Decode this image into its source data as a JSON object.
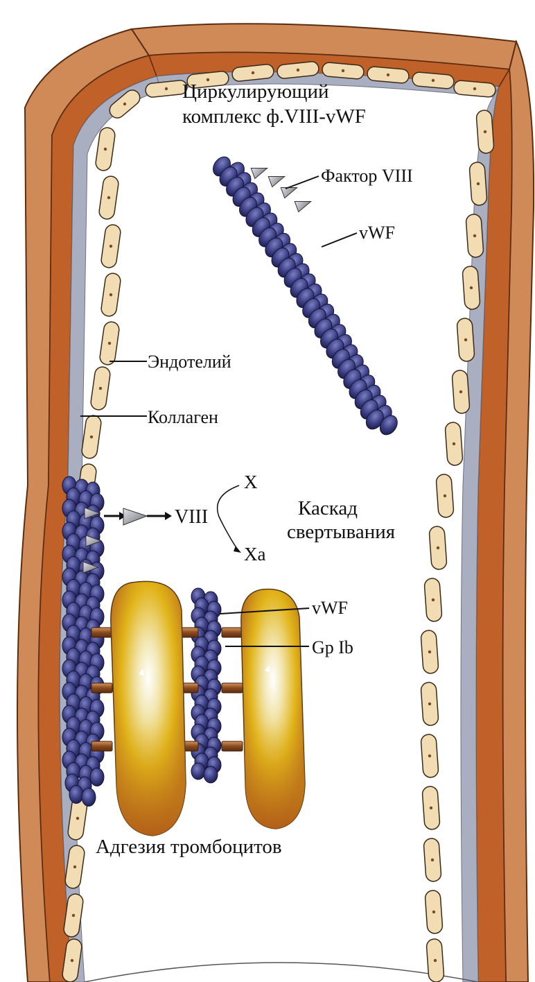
{
  "labels": {
    "circulating_line1": "Циркулирующий",
    "circulating_line2": "комплекс ф.VIII-vWF",
    "factor_viii": "Фактор VIII",
    "vwf_top": "vWF",
    "endothelium": "Эндотелий",
    "collagen": "Коллаген",
    "cascade_line1": "Каскад",
    "cascade_line2": "свертывания",
    "viii": "VIII",
    "x": "X",
    "xa": "Xa",
    "vwf_bottom": "vWF",
    "gpib": "Gp Ib",
    "adhesion": "Адгезия тромбоцитов"
  },
  "colors": {
    "outer_layer": "#d08a58",
    "muscle_layer": "#c0612a",
    "collagen_layer": "#a9aec0",
    "endothelial_cell": "#f2dcb4",
    "vwf_bead": "#3d3f85",
    "factor_viii_spike": "#9a9aa6",
    "platelet": "#e1b419",
    "gpib_receptor": "#8a4a1e"
  }
}
